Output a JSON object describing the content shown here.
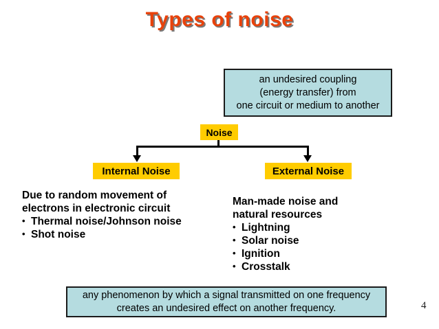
{
  "slide": {
    "title": "Types of noise",
    "page_number": "4",
    "colors": {
      "title": "#E8420B",
      "title_shadow": "#7a7a7a",
      "node_fill": "#FFCC00",
      "callout_fill": "#B5DCE0",
      "callout_border": "#1a1a1a",
      "text": "#000000",
      "background": "#ffffff"
    }
  },
  "noise_definition": {
    "lines": [
      "an undesired coupling",
      "(energy transfer) from",
      "one circuit or medium to another"
    ]
  },
  "diagram": {
    "root": {
      "label": "Noise"
    },
    "branches": [
      {
        "label": "Internal Noise"
      },
      {
        "label": "External Noise"
      }
    ]
  },
  "internal_noise": {
    "lead_lines": [
      "Due to random movement of",
      "electrons in electronic circuit"
    ],
    "bullets": [
      "Thermal noise/Johnson noise",
      "Shot noise"
    ]
  },
  "external_noise": {
    "lead_lines": [
      "Man-made noise and",
      "natural resources"
    ],
    "bullets": [
      "Lightning",
      "Solar noise",
      "Ignition",
      "Crosstalk"
    ]
  },
  "crosstalk_definition": {
    "lines": [
      "any phenomenon by which a signal transmitted on one frequency",
      "creates an undesired effect on another frequency."
    ]
  }
}
